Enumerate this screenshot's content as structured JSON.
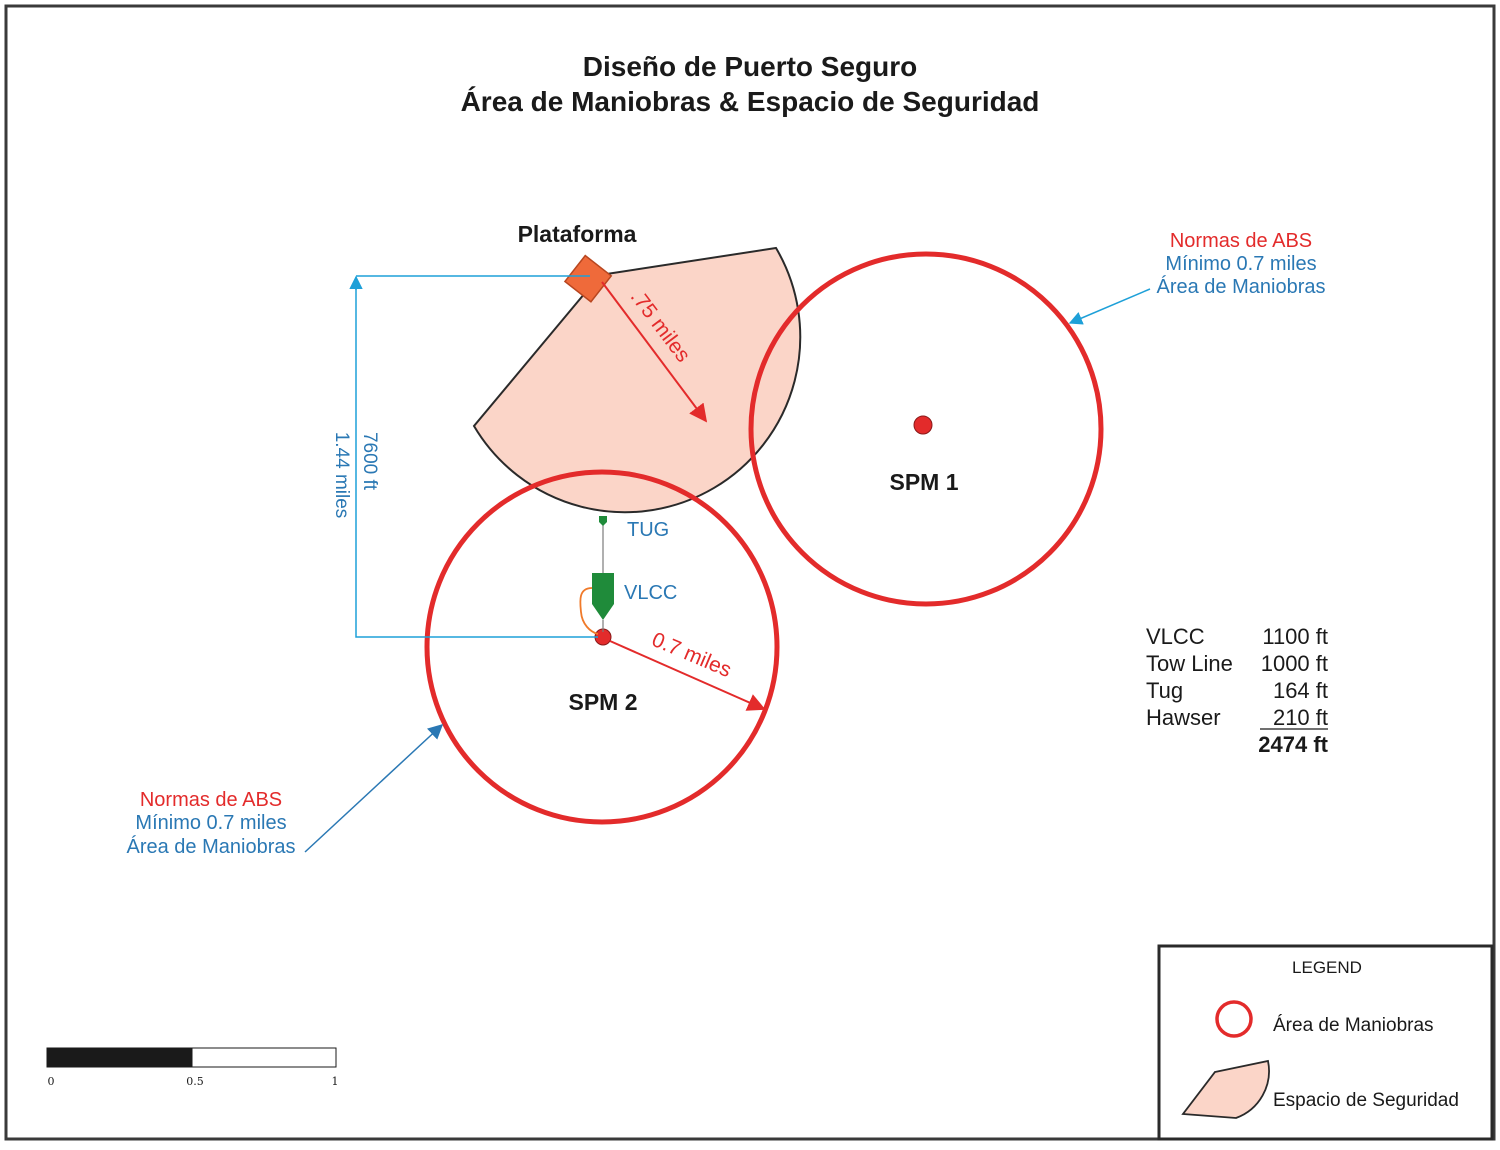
{
  "title": {
    "line1": "Diseño de Puerto Seguro",
    "line2": "Área de Maniobras & Espacio de Seguridad"
  },
  "platform": {
    "label": "Plataforma",
    "radius_label": ".75 miles"
  },
  "spm1": {
    "label": "SPM 1"
  },
  "spm2": {
    "label": "SPM 2",
    "radius_label": "0.7 miles"
  },
  "distance": {
    "ft": "7600 ft",
    "miles": "1.44 miles"
  },
  "note_right": {
    "line1": "Normas de ABS",
    "line2": "Mínimo 0.7 miles",
    "line3": "Área de Maniobras"
  },
  "note_left": {
    "line1": "Normas de ABS",
    "line2": "Mínimo 0.7 miles",
    "line3": "Área de Maniobras"
  },
  "vessels": {
    "tug": "TUG",
    "vlcc": "VLCC"
  },
  "length_table": {
    "rows": [
      {
        "name": "VLCC",
        "value": "1100 ft"
      },
      {
        "name": "Tow Line",
        "value": "1000 ft"
      },
      {
        "name": "Tug",
        "value": "164 ft"
      },
      {
        "name": "Hawser",
        "value": "210 ft"
      }
    ],
    "total": "2474 ft"
  },
  "legend": {
    "title": "LEGEND",
    "maneuver_area": "Área de Maniobras",
    "safety_space": "Espacio de Seguridad"
  },
  "scale_bar": {
    "ticks": [
      "0",
      "0.5",
      "1"
    ]
  },
  "colors": {
    "maneuver_circle": "#e32b2b",
    "safety_fill": "#fbd5c8",
    "platform": "#ef6a3a",
    "dimension_line": "#1ea0d8",
    "vessel": "#1f8b3a",
    "note_blue": "#2a78b4",
    "note_red": "#e32b2b"
  }
}
